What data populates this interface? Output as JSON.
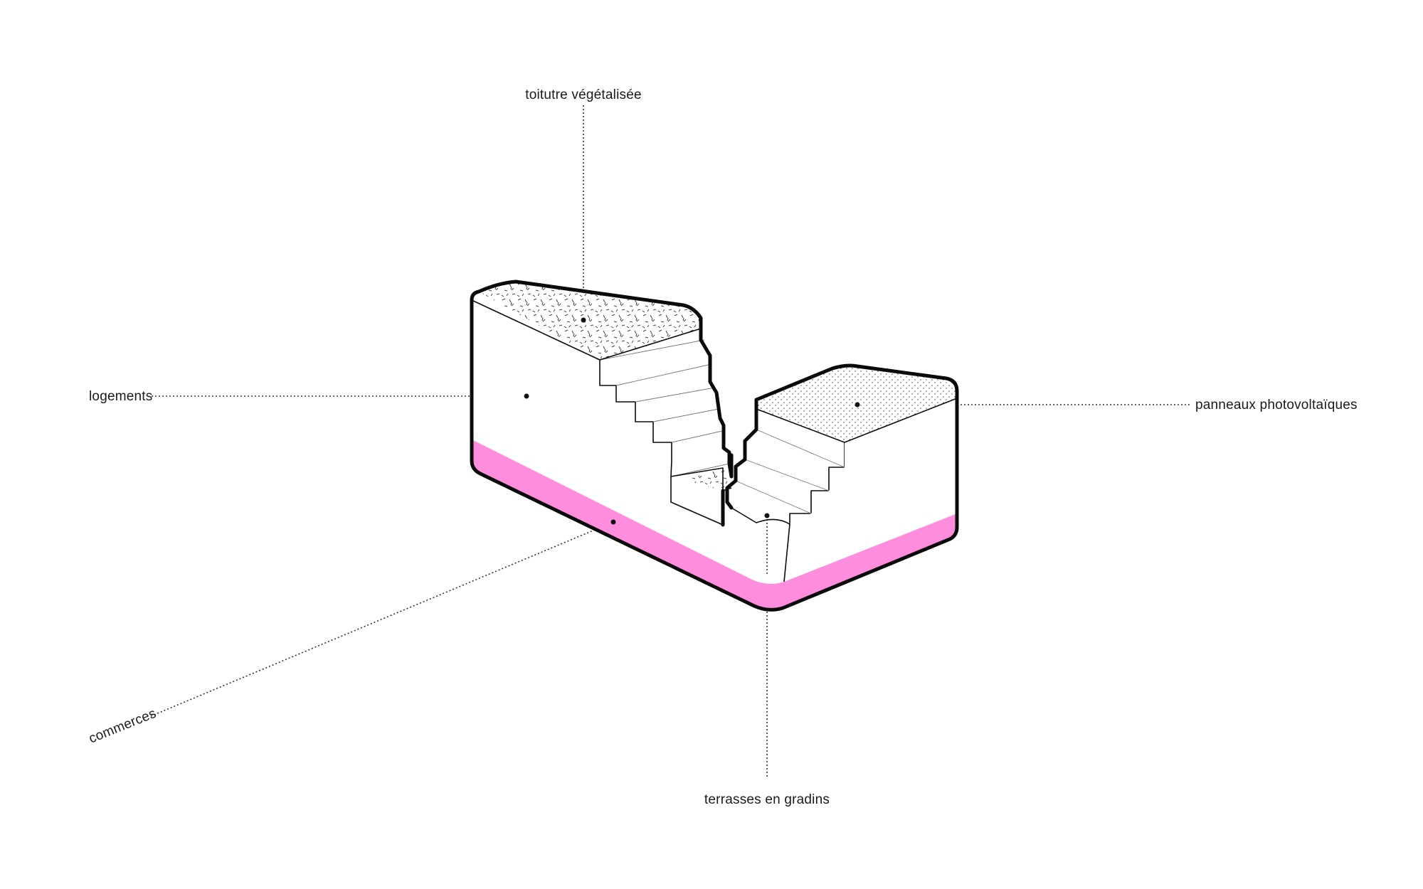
{
  "colors": {
    "retail_band": "#ff8ddd",
    "outline": "#0a0a0a",
    "background": "#ffffff"
  },
  "labels": {
    "green_roof": "toitutre végétalisée",
    "housing": "logements",
    "solar_panels": "panneaux photovoltaïques",
    "retail": "commerces",
    "stepped_terraces": "terrasses en gradins"
  }
}
